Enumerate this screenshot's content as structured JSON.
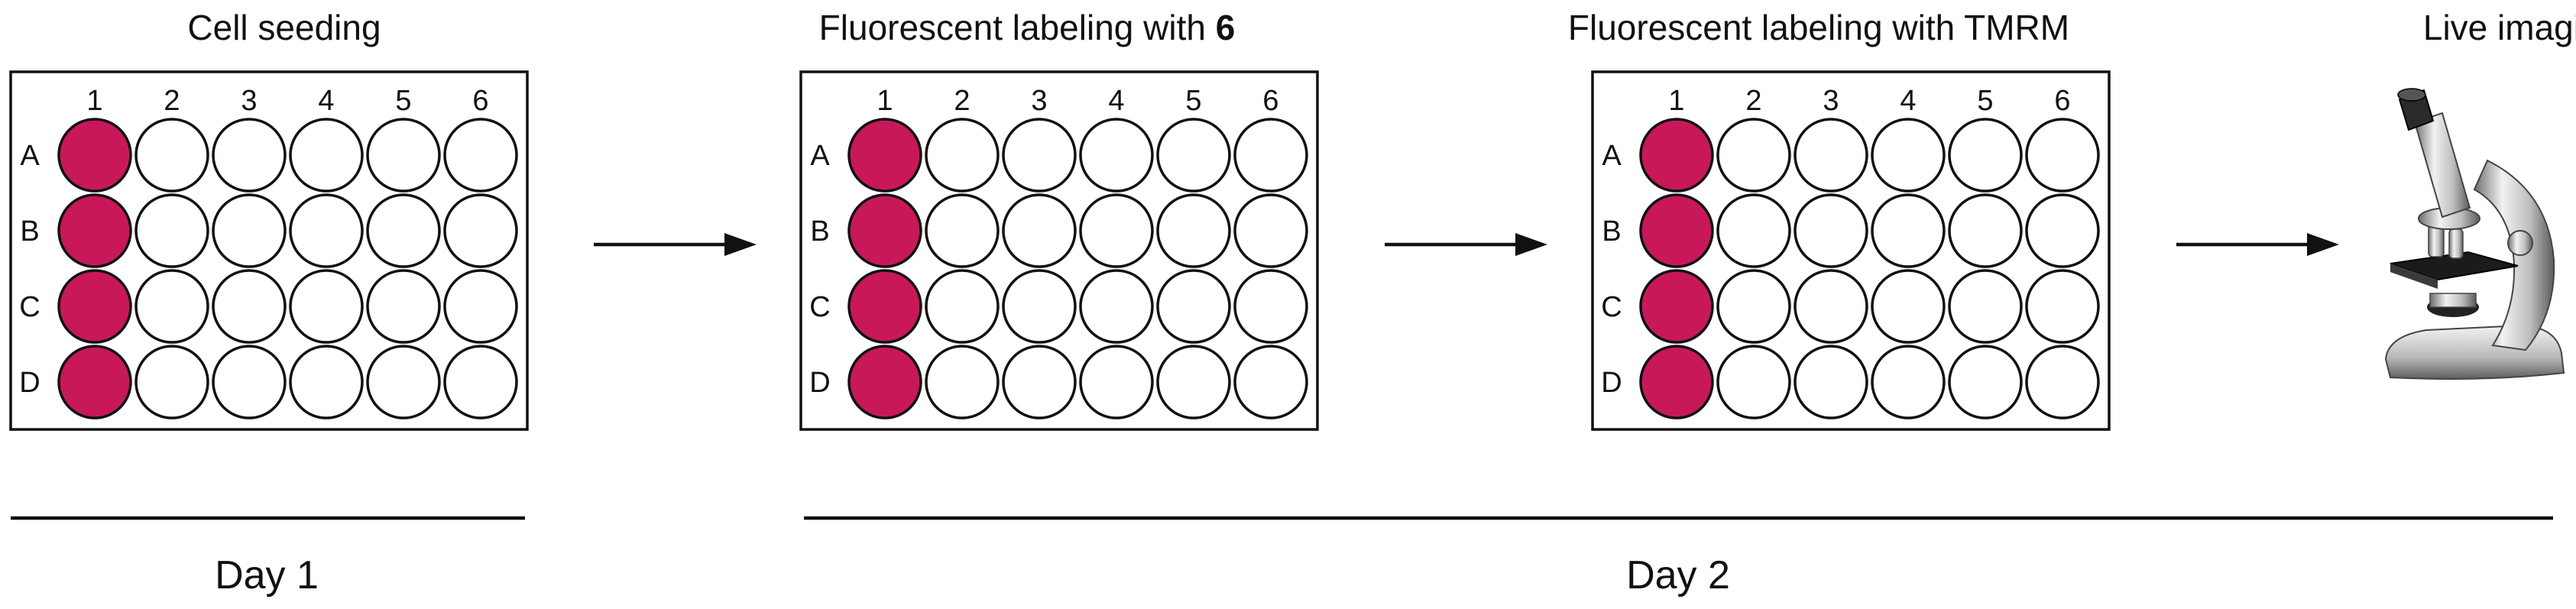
{
  "steps": [
    {
      "title": "Cell seeding",
      "title_bold": ""
    },
    {
      "title": "Fluorescent labeling with ",
      "title_bold": "6"
    },
    {
      "title": "Fluorescent labeling with TMRM",
      "title_bold": ""
    },
    {
      "title": "Live imaging",
      "title_bold": ""
    }
  ],
  "plate": {
    "columns": [
      "1",
      "2",
      "3",
      "4",
      "5",
      "6"
    ],
    "rows": [
      "A",
      "B",
      "C",
      "D"
    ],
    "filled_column": "1"
  },
  "days": [
    {
      "label": "Day 1"
    },
    {
      "label": "Day 2"
    }
  ],
  "colors": {
    "filled_well": "#c8185a",
    "empty_well": "#ffffff",
    "line": "#111111"
  },
  "icons": {
    "step_arrow": "right-arrow-icon",
    "imaging": "microscope-icon"
  }
}
